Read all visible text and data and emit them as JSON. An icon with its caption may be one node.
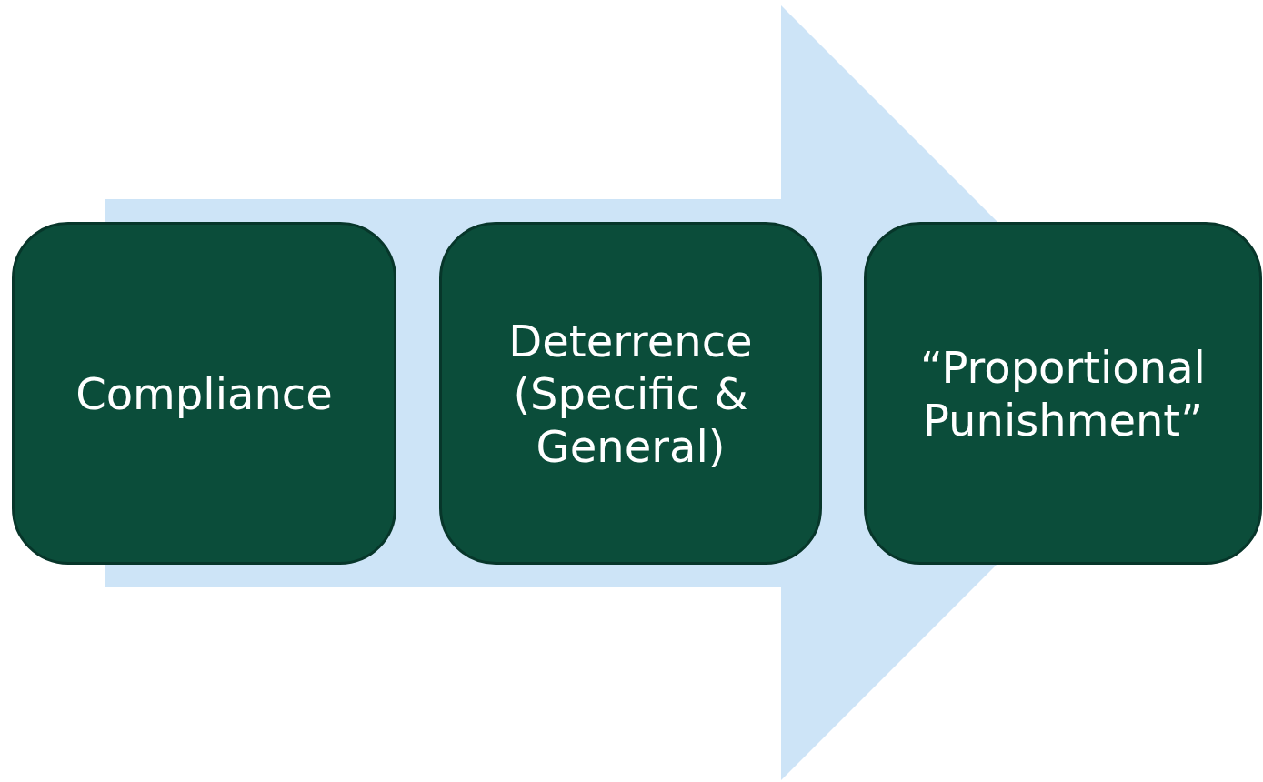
{
  "diagram": {
    "nodes": [
      {
        "text": [
          "Compliance"
        ]
      },
      {
        "text": [
          "Deterrence (Specific & General)"
        ]
      },
      {
        "text": [
          "“Proportional Punishment”"
        ]
      }
    ],
    "edges": [
      {
        "from": 0,
        "to": 2,
        "arrow": "to"
      }
    ]
  }
}
